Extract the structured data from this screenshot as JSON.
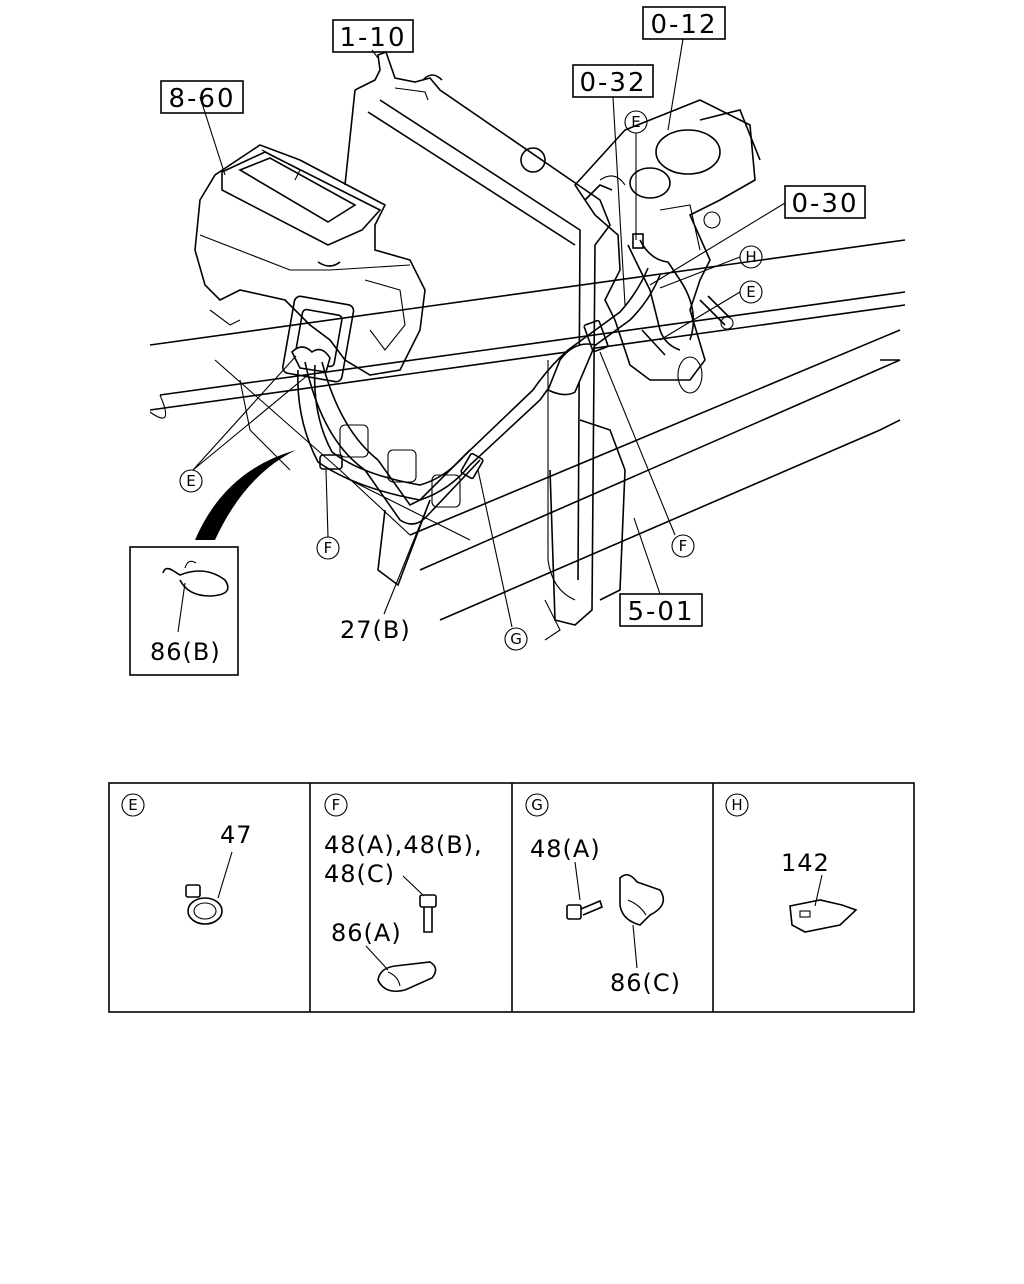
{
  "refs": {
    "r_8_60": "8-60",
    "r_1_10": "1-10",
    "r_0_12": "0-12",
    "r_0_32": "0-32",
    "r_0_30": "0-30",
    "r_5_01": "5-01"
  },
  "callouts": {
    "e": "E",
    "f": "F",
    "g": "G",
    "h": "H"
  },
  "labels": {
    "p27b": "27(B)",
    "p86b": "86(B)"
  },
  "detail_boxes": [
    {
      "key": "E",
      "parts": [
        "47"
      ]
    },
    {
      "key": "F",
      "parts": [
        "48(A),48(B),",
        "48(C)",
        "86(A)"
      ]
    },
    {
      "key": "G",
      "parts": [
        "48(A)",
        "86(C)"
      ]
    },
    {
      "key": "H",
      "parts": [
        "142"
      ]
    }
  ]
}
